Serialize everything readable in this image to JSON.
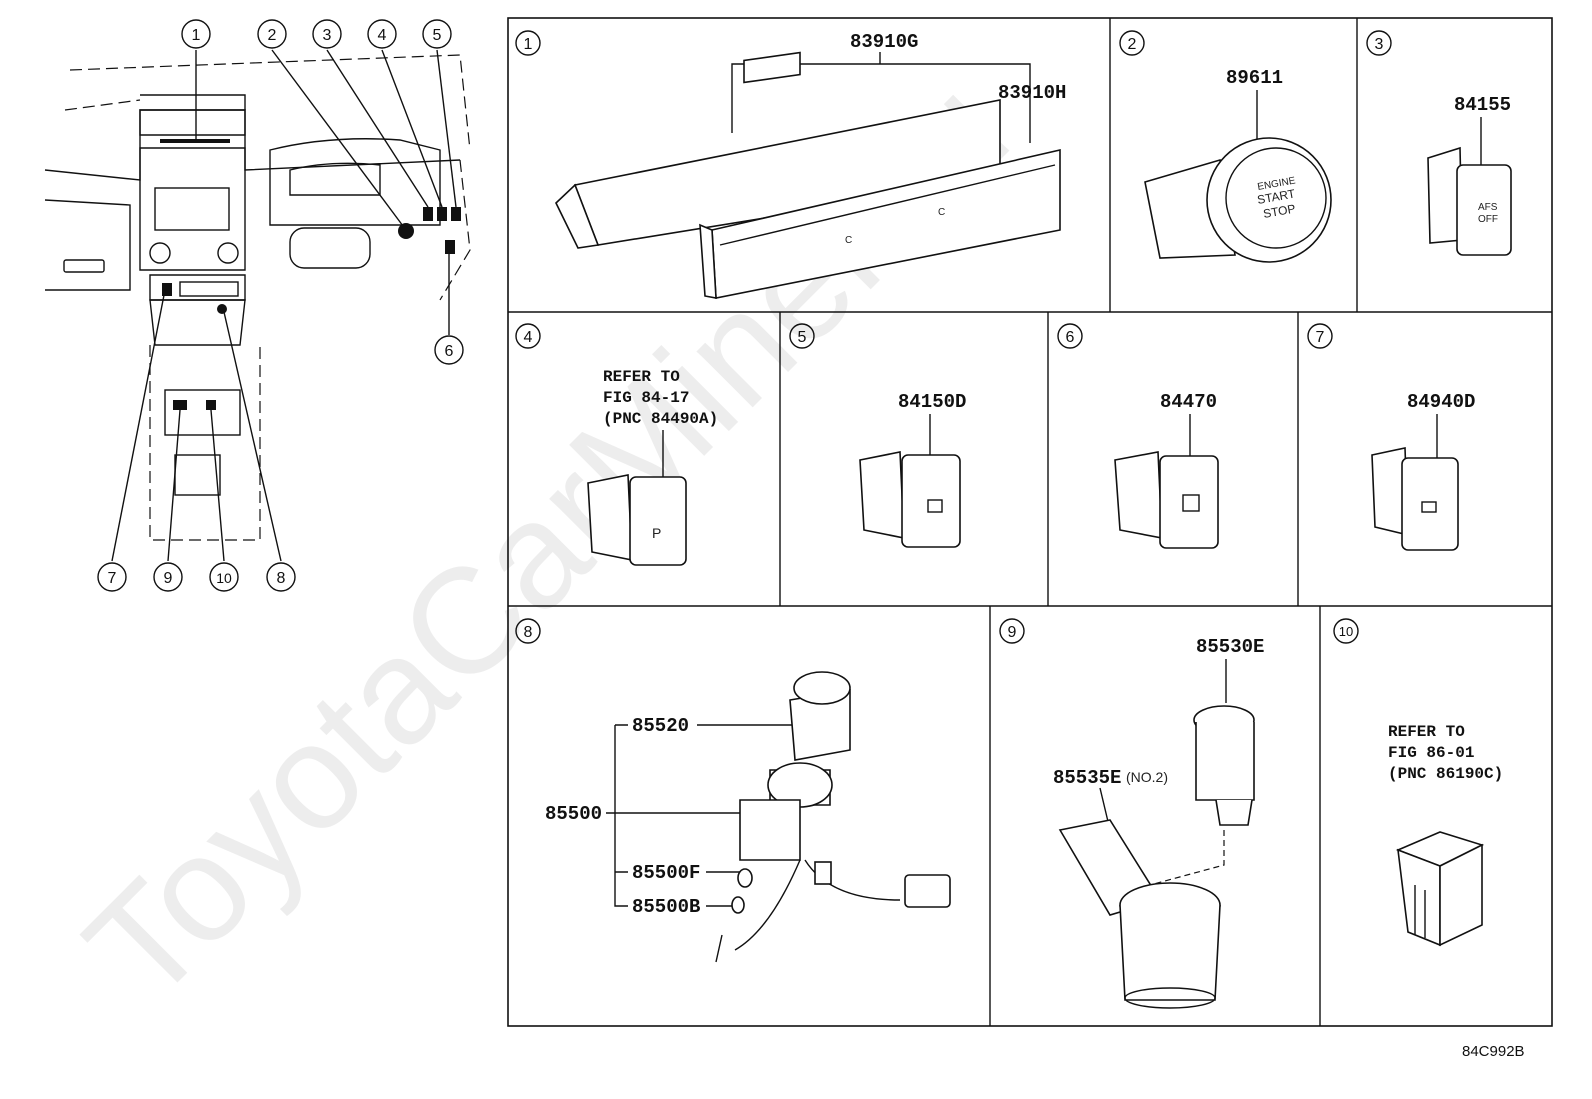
{
  "watermark": "ToyotaCarMiner.ru",
  "drawing_code": "84C992B",
  "overview_callouts": [
    "1",
    "2",
    "3",
    "4",
    "5",
    "6",
    "7",
    "8",
    "9",
    "10"
  ],
  "panels": [
    {
      "id": "1",
      "parts": [
        "83910G",
        "83910H"
      ]
    },
    {
      "id": "2",
      "parts": [
        "89611"
      ],
      "face_text": [
        "ENGINE",
        "START",
        "STOP"
      ]
    },
    {
      "id": "3",
      "parts": [
        "84155"
      ],
      "face_text": [
        "AFS",
        "OFF"
      ]
    },
    {
      "id": "4",
      "refer": [
        "REFER TO",
        "FIG 84-17",
        "(PNC 84490A)"
      ]
    },
    {
      "id": "5",
      "parts": [
        "84150D"
      ]
    },
    {
      "id": "6",
      "parts": [
        "84470"
      ]
    },
    {
      "id": "7",
      "parts": [
        "84940D"
      ]
    },
    {
      "id": "8",
      "parts": [
        "85520",
        "85500",
        "85500F",
        "85500B"
      ]
    },
    {
      "id": "9",
      "parts": [
        "85530E",
        "85535E"
      ],
      "note": "(NO.2)"
    },
    {
      "id": "10",
      "refer": [
        "REFER TO",
        "FIG 86-01",
        "(PNC 86190C)"
      ]
    }
  ]
}
